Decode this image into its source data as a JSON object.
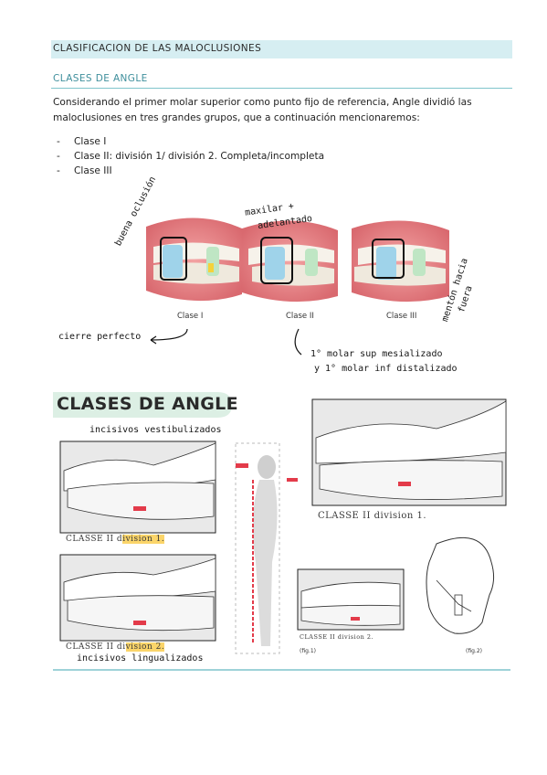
{
  "section_title": "CLASIFICACION DE LAS MALOCLUSIONES",
  "subsection_title": "CLASES DE ANGLE",
  "intro_text": "Considerando el primer molar superior como punto fijo de referencia, Angle dividió las maloclusiones en tres grandes grupos, que a continuación mencionaremos:",
  "bullets": [
    {
      "dash": "-",
      "text": "Clase I"
    },
    {
      "dash": "-",
      "text": "Clase II: división 1/ división 2. Completa/incompleta"
    },
    {
      "dash": "-",
      "text": "Clase III"
    }
  ],
  "figure1": {
    "labels": {
      "clase1": "Clase I",
      "clase2": "Clase II",
      "clase3": "Clase III"
    },
    "notes": {
      "buena": "buena oclusión",
      "maxilar": "maxilar +",
      "adelantado": "adelantado",
      "menton": "mentón hacia",
      "fuera": "fuera",
      "cierre": "cierre perfecto",
      "molar_sup": "1° molar sup mesializado",
      "molar_inf": "y 1° molar inf distalizado"
    }
  },
  "figure2": {
    "title": "CLASES DE ANGLE",
    "caption_div1_left": "CLASSE II d",
    "caption_div1_hl": "ivision 1.",
    "caption_div1_right": "CLASSE II division 1.",
    "caption_div2_left": "CLASSE II di",
    "caption_div2_hl": "vision 2.",
    "caption_div2_small": "CLASSE II division 2.",
    "fig_a": "(fig.1)",
    "fig_b": "(fig.2)",
    "note_vest": "incisivos vestibulizados",
    "note_ling": "incisivos lingualizados"
  },
  "colors": {
    "accent": "#7fc4cc",
    "header_bg": "#d6eef2",
    "highlight": "#fbd56a"
  }
}
